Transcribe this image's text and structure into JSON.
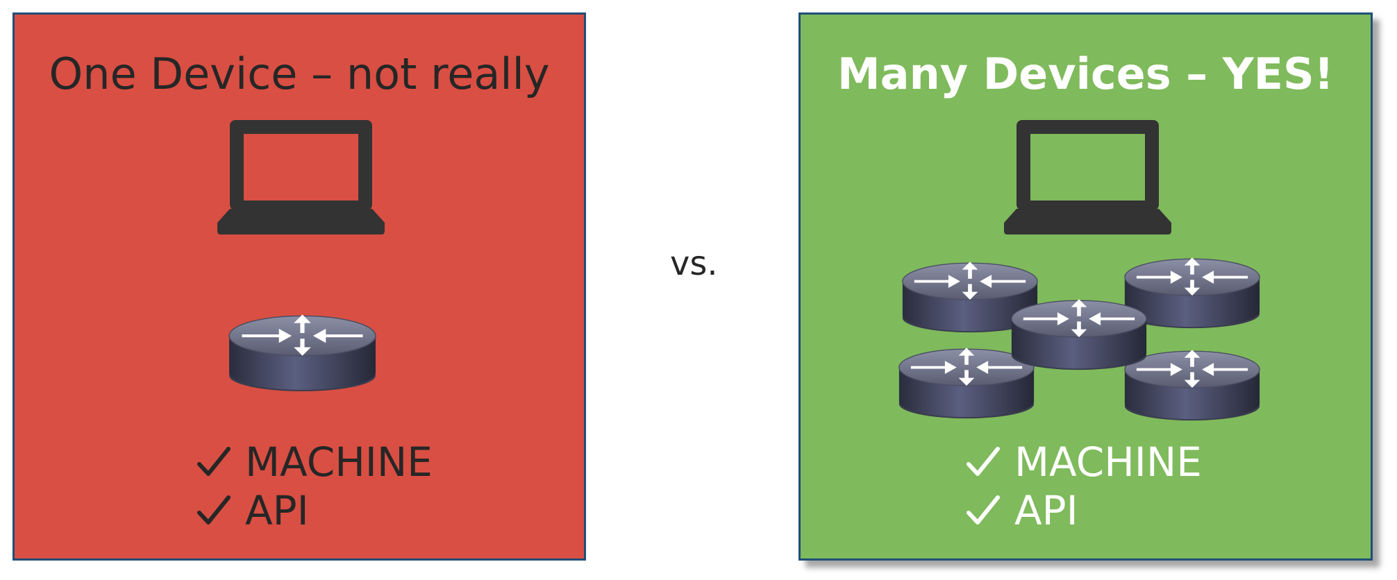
{
  "colors": {
    "left_panel": "#d94f43",
    "right_panel": "#7fba5c",
    "border": "#1f4e79",
    "laptop": "#333333"
  },
  "left": {
    "title": "One Device – not really",
    "items": [
      "MACHINE",
      "API"
    ],
    "check_icon": "check-icon",
    "router_count": 1
  },
  "separator": "vs.",
  "right": {
    "title": "Many Devices – YES!",
    "items": [
      "MACHINE",
      "API"
    ],
    "check_icon": "check-icon",
    "router_count": 5
  }
}
